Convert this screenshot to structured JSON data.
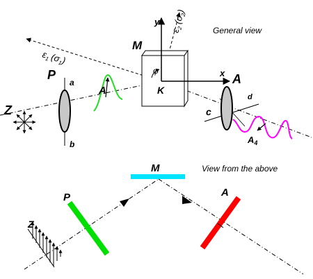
{
  "top": {
    "caption": "General view",
    "M": "M",
    "y": "y",
    "x": "x",
    "K": "K",
    "phi": "φ",
    "eps1": {
      "main": "ε",
      "sub": "1",
      "par": "(σ",
      "psub": "1",
      "close": ")"
    },
    "eps2": {
      "main": "ε",
      "sub": "2",
      "par": "(σ",
      "psub": "2",
      "close": ")"
    },
    "P": "P",
    "a": "a",
    "b": "b",
    "Z": "Z",
    "A_amp": "A",
    "A_analyzer": "A",
    "c": "c",
    "d": "d",
    "A4": {
      "main": "A",
      "sub": "4"
    }
  },
  "bottom": {
    "caption": "View from the above",
    "M": "M",
    "P": "P",
    "A": "A",
    "Z": "Z"
  },
  "colors": {
    "mirror": "#00e5ff",
    "polarizer": "#00e000",
    "analyzer": "#ff0000",
    "incident_wave": "#22dd22",
    "outgoing_wave": "#ff00ff",
    "ellipse_fill": "#c8c8c8"
  }
}
